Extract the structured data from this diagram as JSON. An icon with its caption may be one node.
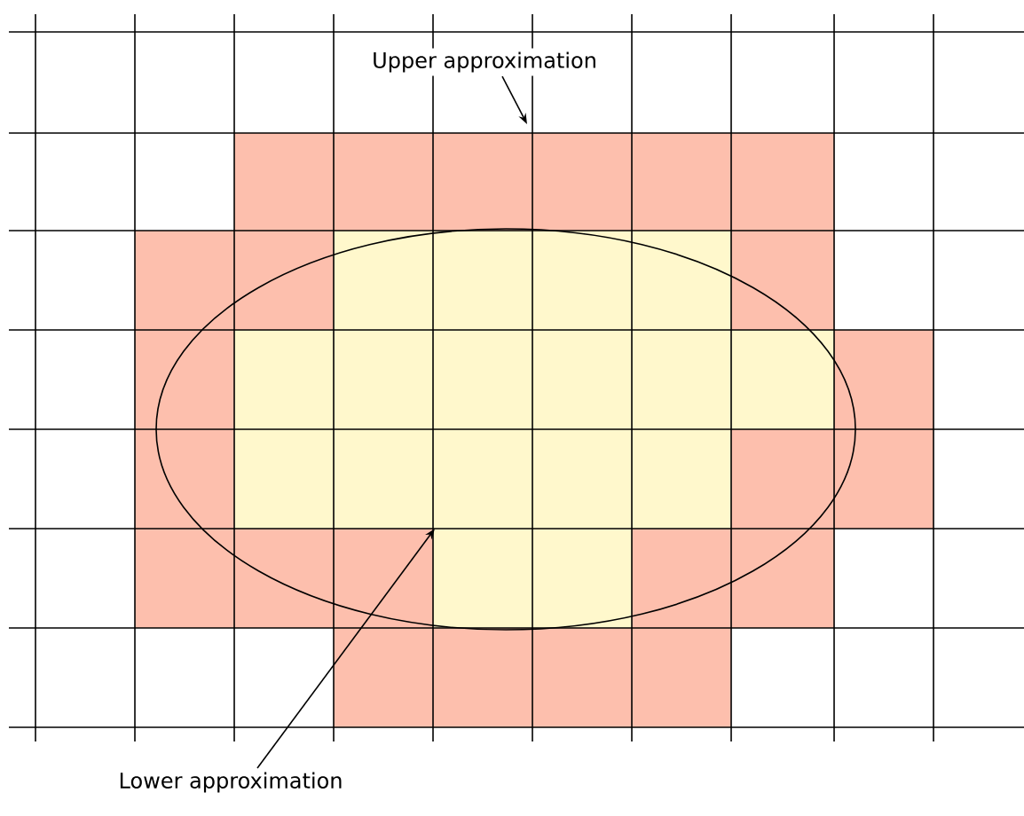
{
  "diagram": {
    "nodes": [
      {
        "text": [
          "Upper approximation"
        ]
      },
      {
        "text": [
          "Lower approximation"
        ]
      }
    ],
    "edges": [
      {
        "from": 0,
        "to": null,
        "arrow": "to"
      },
      {
        "from": 1,
        "to": null,
        "arrow": "to"
      }
    ]
  }
}
